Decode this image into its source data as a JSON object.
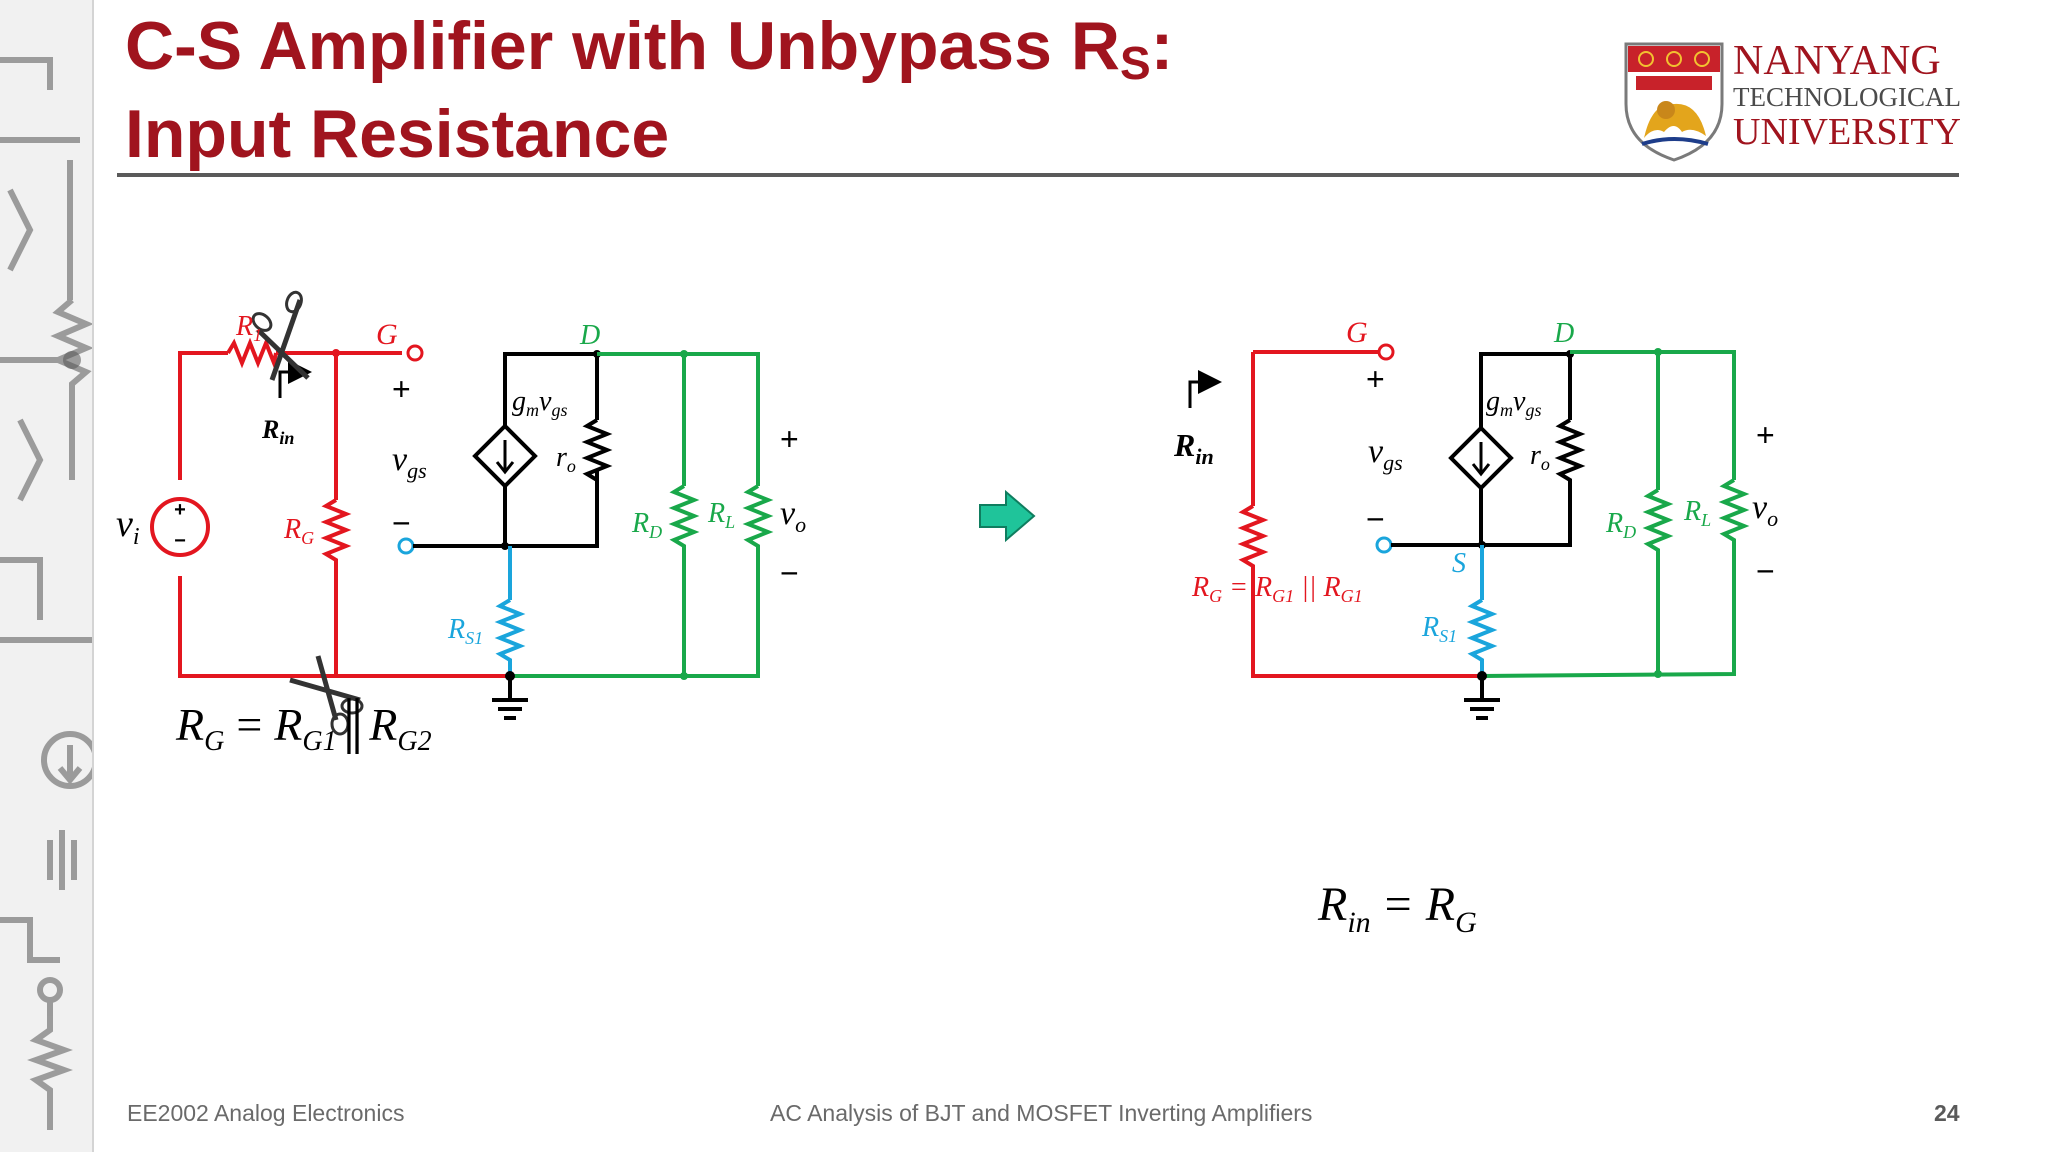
{
  "slide": {
    "title_line1": "C-S Amplifier with Unbypass R",
    "title_sub": "S",
    "title_colon": ":",
    "title_line2": "Input Resistance",
    "page_number": "24"
  },
  "logo": {
    "line1": "NANYANG",
    "line2": "TECHNOLOGICAL",
    "line3": "UNIVERSITY"
  },
  "footer": {
    "course": "EE2002 Analog Electronics",
    "topic": "AC Analysis of BJT and MOSFET Inverting Amplifiers"
  },
  "colors": {
    "title": "#a0141e",
    "input_side": "#e3161f",
    "output_side": "#19a84a",
    "source_resistor": "#1aa5dc",
    "arrow": "#1fc49a"
  },
  "circuit_left": {
    "source": "v",
    "source_sub": "i",
    "node_g": "G",
    "node_d": "D",
    "r1": "R",
    "r1_sub": "1",
    "rin": "R",
    "rin_sub": "in",
    "rg": "R",
    "rg_sub": "G",
    "plus": "+",
    "minus": "−",
    "vgs": "v",
    "vgs_sub": "gs",
    "gm": "g",
    "gm_sub": "m",
    "gm_v": "v",
    "gm_v_sub": "gs",
    "ro": "r",
    "ro_sub": "o",
    "rd": "R",
    "rd_sub": "D",
    "rl": "R",
    "rl_sub": "L",
    "vo": "v",
    "vo_sub": "o",
    "rs1": "R",
    "rs1_sub": "S1",
    "eq_lhs": "R",
    "eq_lhs_sub": "G",
    "eq_equals": "=",
    "eq_a": "R",
    "eq_a_sub": "G1",
    "eq_par": "║",
    "eq_b": "R",
    "eq_b_sub": "G2"
  },
  "circuit_right": {
    "node_g": "G",
    "node_d": "D",
    "node_s": "S",
    "rin": "R",
    "rin_sub": "in",
    "plus": "+",
    "minus": "−",
    "vgs": "v",
    "vgs_sub": "gs",
    "gm": "g",
    "gm_sub": "m",
    "gm_v": "v",
    "gm_v_sub": "gs",
    "ro": "r",
    "ro_sub": "o",
    "rd": "R",
    "rd_sub": "D",
    "rl": "R",
    "rl_sub": "L",
    "vo": "v",
    "vo_sub": "o",
    "rs1": "R",
    "rs1_sub": "S1",
    "rg_text1": "R",
    "rg_text1_sub": "G",
    "rg_text2": " = R",
    "rg_text2_sub": "G1",
    "rg_text3": " || R",
    "rg_text3_sub": "G1",
    "eq_lhs": "R",
    "eq_lhs_sub": "in",
    "eq_equals": "=",
    "eq_rhs": "R",
    "eq_rhs_sub": "G"
  }
}
